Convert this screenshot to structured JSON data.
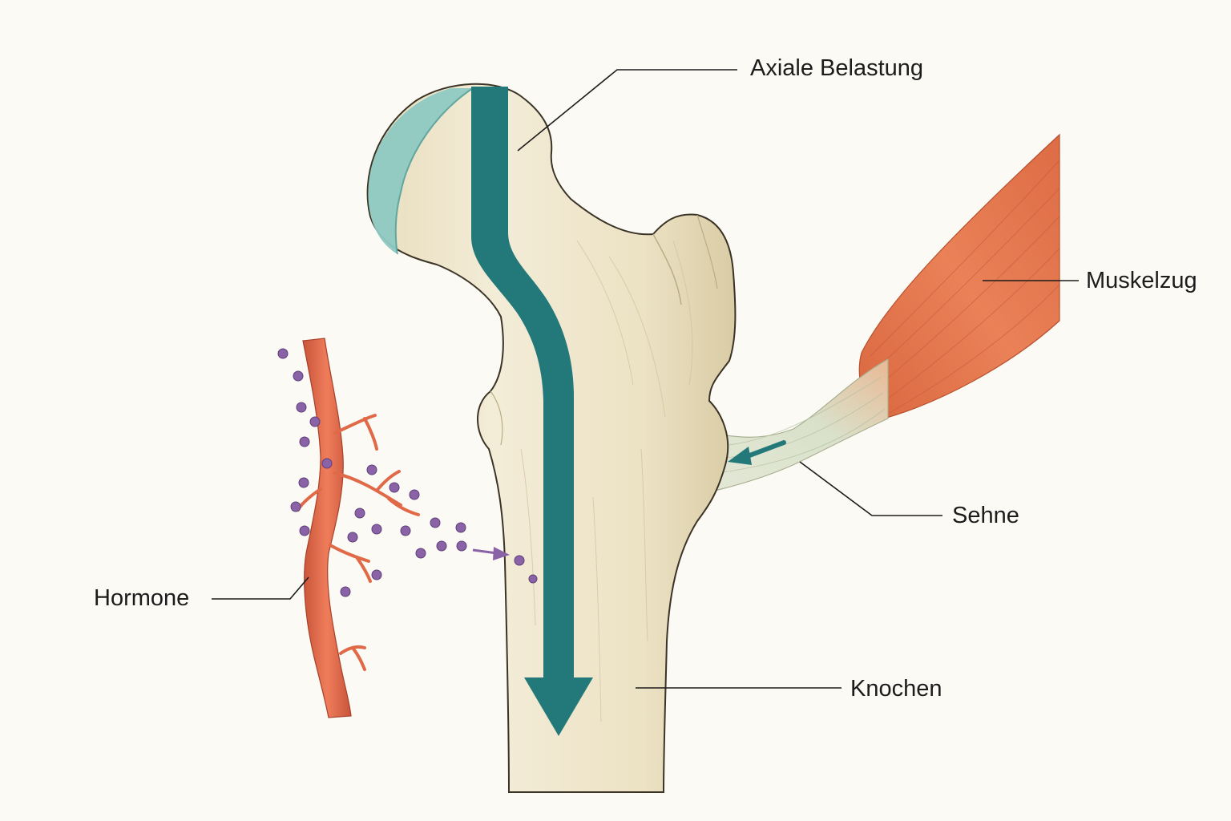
{
  "labels": {
    "axial_load": "Axiale Belastung",
    "muscle_pull": "Muskelzug",
    "tendon": "Sehne",
    "hormones": "Hormone",
    "bone": "Knochen"
  },
  "colors": {
    "background": "#fcfaf4",
    "bone": "#efe7cf",
    "bone_shade": "#d8cdaa",
    "bone_outline": "#3a3326",
    "cartilage": "#8ec9c2",
    "load_arrow": "#23797a",
    "muscle": "#e4794f",
    "tendon": "#dfe6d2",
    "blood_vessel": "#e06a48",
    "hormone_particle": "#8a62a6",
    "leader_line": "#1c1c1c"
  }
}
